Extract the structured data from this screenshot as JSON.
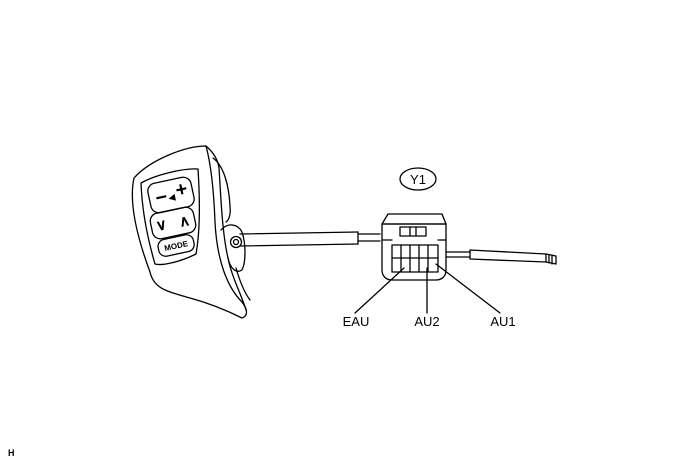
{
  "connector": {
    "id": "Y1"
  },
  "switch": {
    "minus": "−",
    "volume_symbol": "◀",
    "plus": "+",
    "down": "∨",
    "up": "∧",
    "mode": "MODE"
  },
  "terminals": [
    {
      "name": "EAU"
    },
    {
      "name": "AU2"
    },
    {
      "name": "AU1"
    }
  ],
  "footer": {
    "code": "H"
  }
}
